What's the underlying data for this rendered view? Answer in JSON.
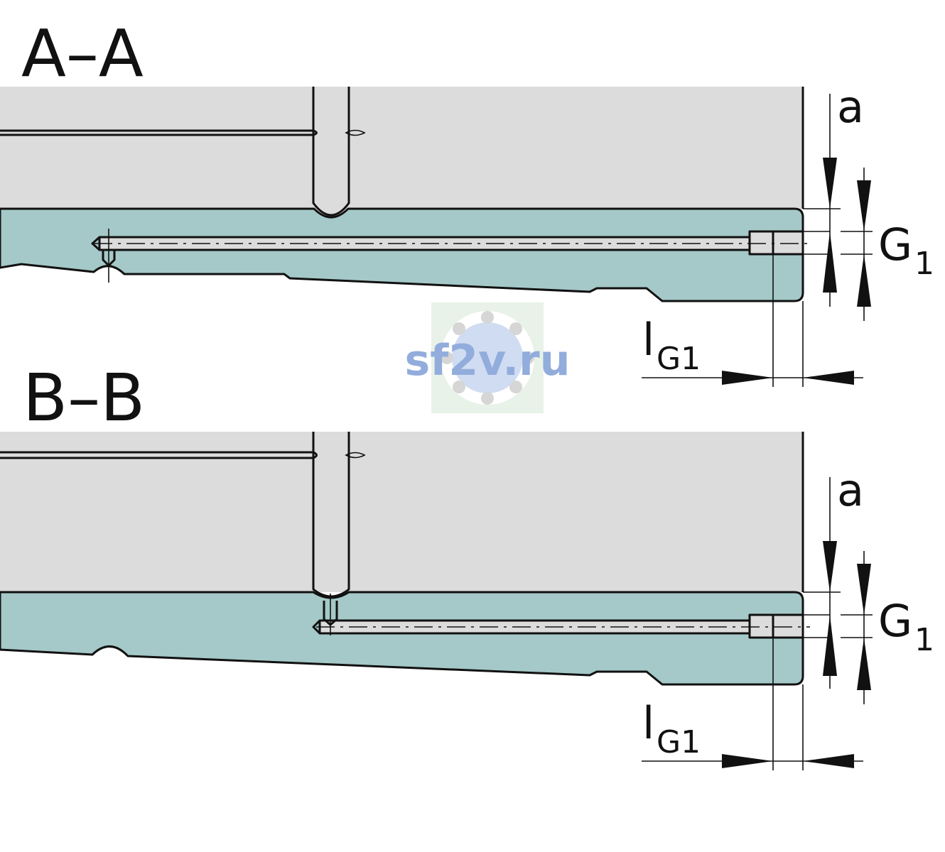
{
  "sections": [
    {
      "id": "A",
      "title": "A–A",
      "labels": {
        "a": "a",
        "g_main": "G",
        "g_sub": "1",
        "lg_main": "l",
        "lg_sub": "G1"
      }
    },
    {
      "id": "B",
      "title": "B–B",
      "labels": {
        "a": "a",
        "g_main": "G",
        "g_sub": "1",
        "lg_main": "l",
        "lg_sub": "G1"
      }
    }
  ],
  "watermark": {
    "text": "sf2v.ru"
  },
  "colors": {
    "housing": "#dcdcdc",
    "rail": "#a5c8c8",
    "bore": "#dcdcdc",
    "line": "#111111",
    "watermark_text": "#7f9fd6"
  }
}
